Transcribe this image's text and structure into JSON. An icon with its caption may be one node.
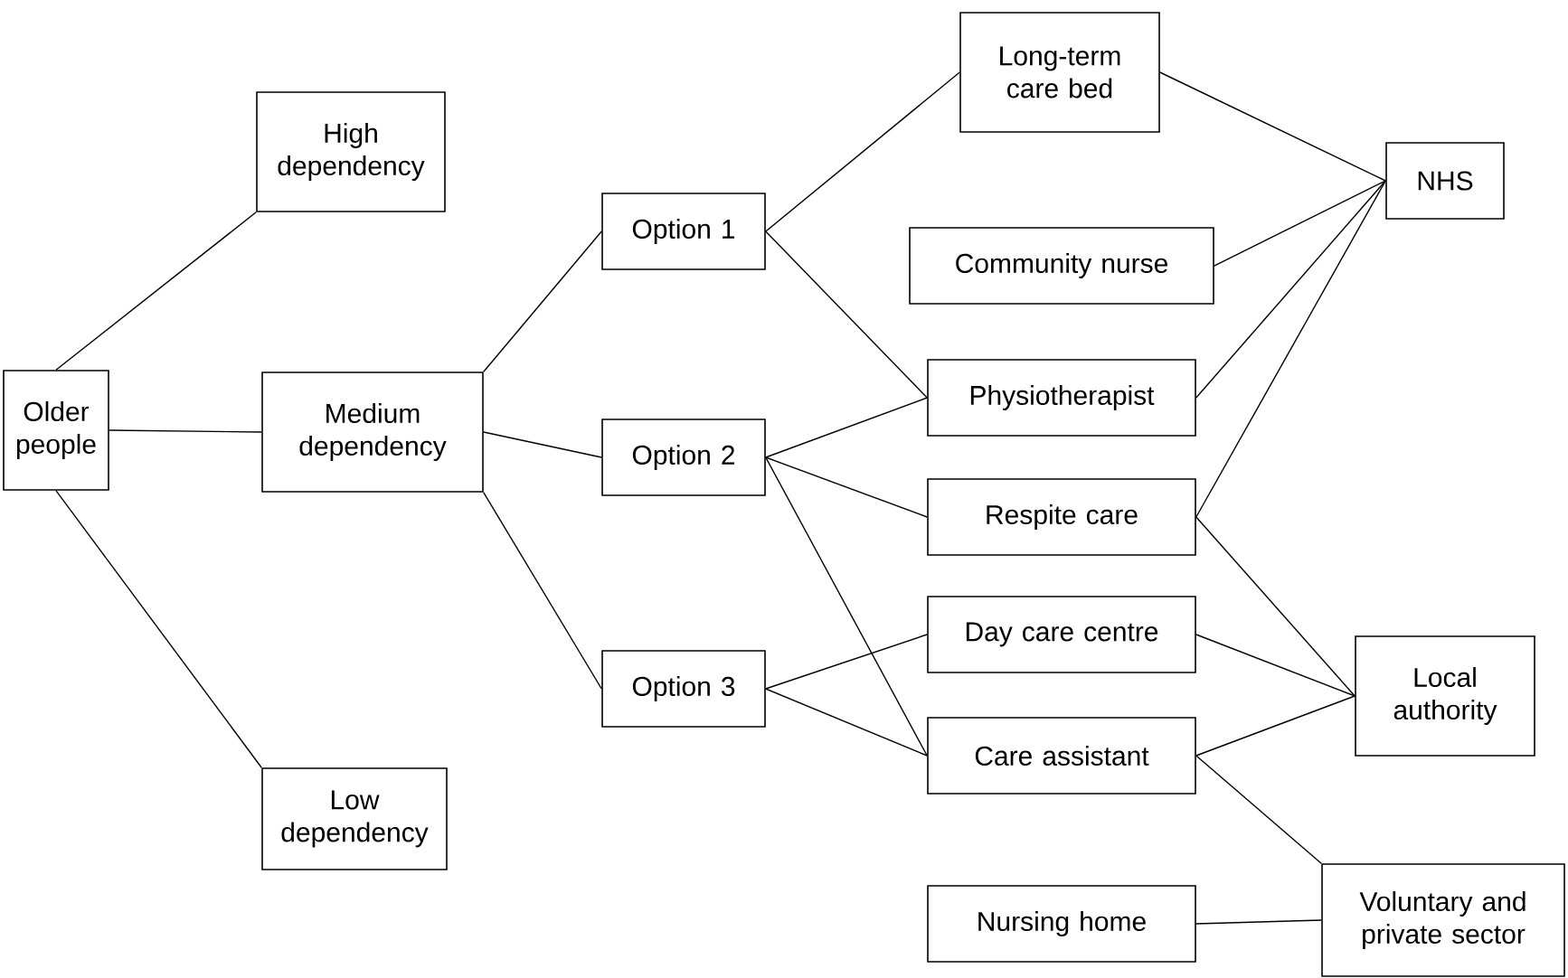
{
  "diagram": {
    "nodes": [
      {
        "text": [
          "Older people"
        ]
      },
      {
        "text": [
          "High dependency"
        ]
      },
      {
        "text": [
          "Medium dependency"
        ]
      },
      {
        "text": [
          "Low dependency"
        ]
      },
      {
        "text": [
          "Option 1"
        ]
      },
      {
        "text": [
          "Option 2"
        ]
      },
      {
        "text": [
          "Option 3"
        ]
      },
      {
        "text": [
          "Long-term care bed"
        ]
      },
      {
        "text": [
          "Community nurse"
        ]
      },
      {
        "text": [
          "Physiotherapist"
        ]
      },
      {
        "text": [
          "Respite care"
        ]
      },
      {
        "text": [
          "Day care centre"
        ]
      },
      {
        "text": [
          "Care assistant"
        ]
      },
      {
        "text": [
          "Nursing home"
        ]
      },
      {
        "text": [
          "NHS"
        ]
      },
      {
        "text": [
          "Local authority"
        ]
      },
      {
        "text": [
          "Voluntary and private sector"
        ]
      }
    ],
    "edges": [
      {
        "from": 0,
        "to": 1,
        "arrow": "none"
      },
      {
        "from": 0,
        "to": 2,
        "arrow": "none"
      },
      {
        "from": 0,
        "to": 3,
        "arrow": "none"
      },
      {
        "from": 2,
        "to": 4,
        "arrow": "none"
      },
      {
        "from": 2,
        "to": 5,
        "arrow": "none"
      },
      {
        "from": 2,
        "to": 6,
        "arrow": "none"
      },
      {
        "from": 4,
        "to": 7,
        "arrow": "none"
      },
      {
        "from": 4,
        "to": 9,
        "arrow": "none"
      },
      {
        "from": 5,
        "to": 9,
        "arrow": "none"
      },
      {
        "from": 5,
        "to": 10,
        "arrow": "none"
      },
      {
        "from": 5,
        "to": 12,
        "arrow": "none"
      },
      {
        "from": 6,
        "to": 11,
        "arrow": "none"
      },
      {
        "from": 6,
        "to": 12,
        "arrow": "none"
      },
      {
        "from": 7,
        "to": 14,
        "arrow": "none"
      },
      {
        "from": 8,
        "to": 14,
        "arrow": "none"
      },
      {
        "from": 9,
        "to": 14,
        "arrow": "none"
      },
      {
        "from": 10,
        "to": 14,
        "arrow": "none"
      },
      {
        "from": 10,
        "to": 15,
        "arrow": "none"
      },
      {
        "from": 11,
        "to": 15,
        "arrow": "none"
      },
      {
        "from": 12,
        "to": 15,
        "arrow": "none"
      },
      {
        "from": 12,
        "to": 16,
        "arrow": "none"
      },
      {
        "from": 13,
        "to": 16,
        "arrow": "none"
      }
    ]
  }
}
